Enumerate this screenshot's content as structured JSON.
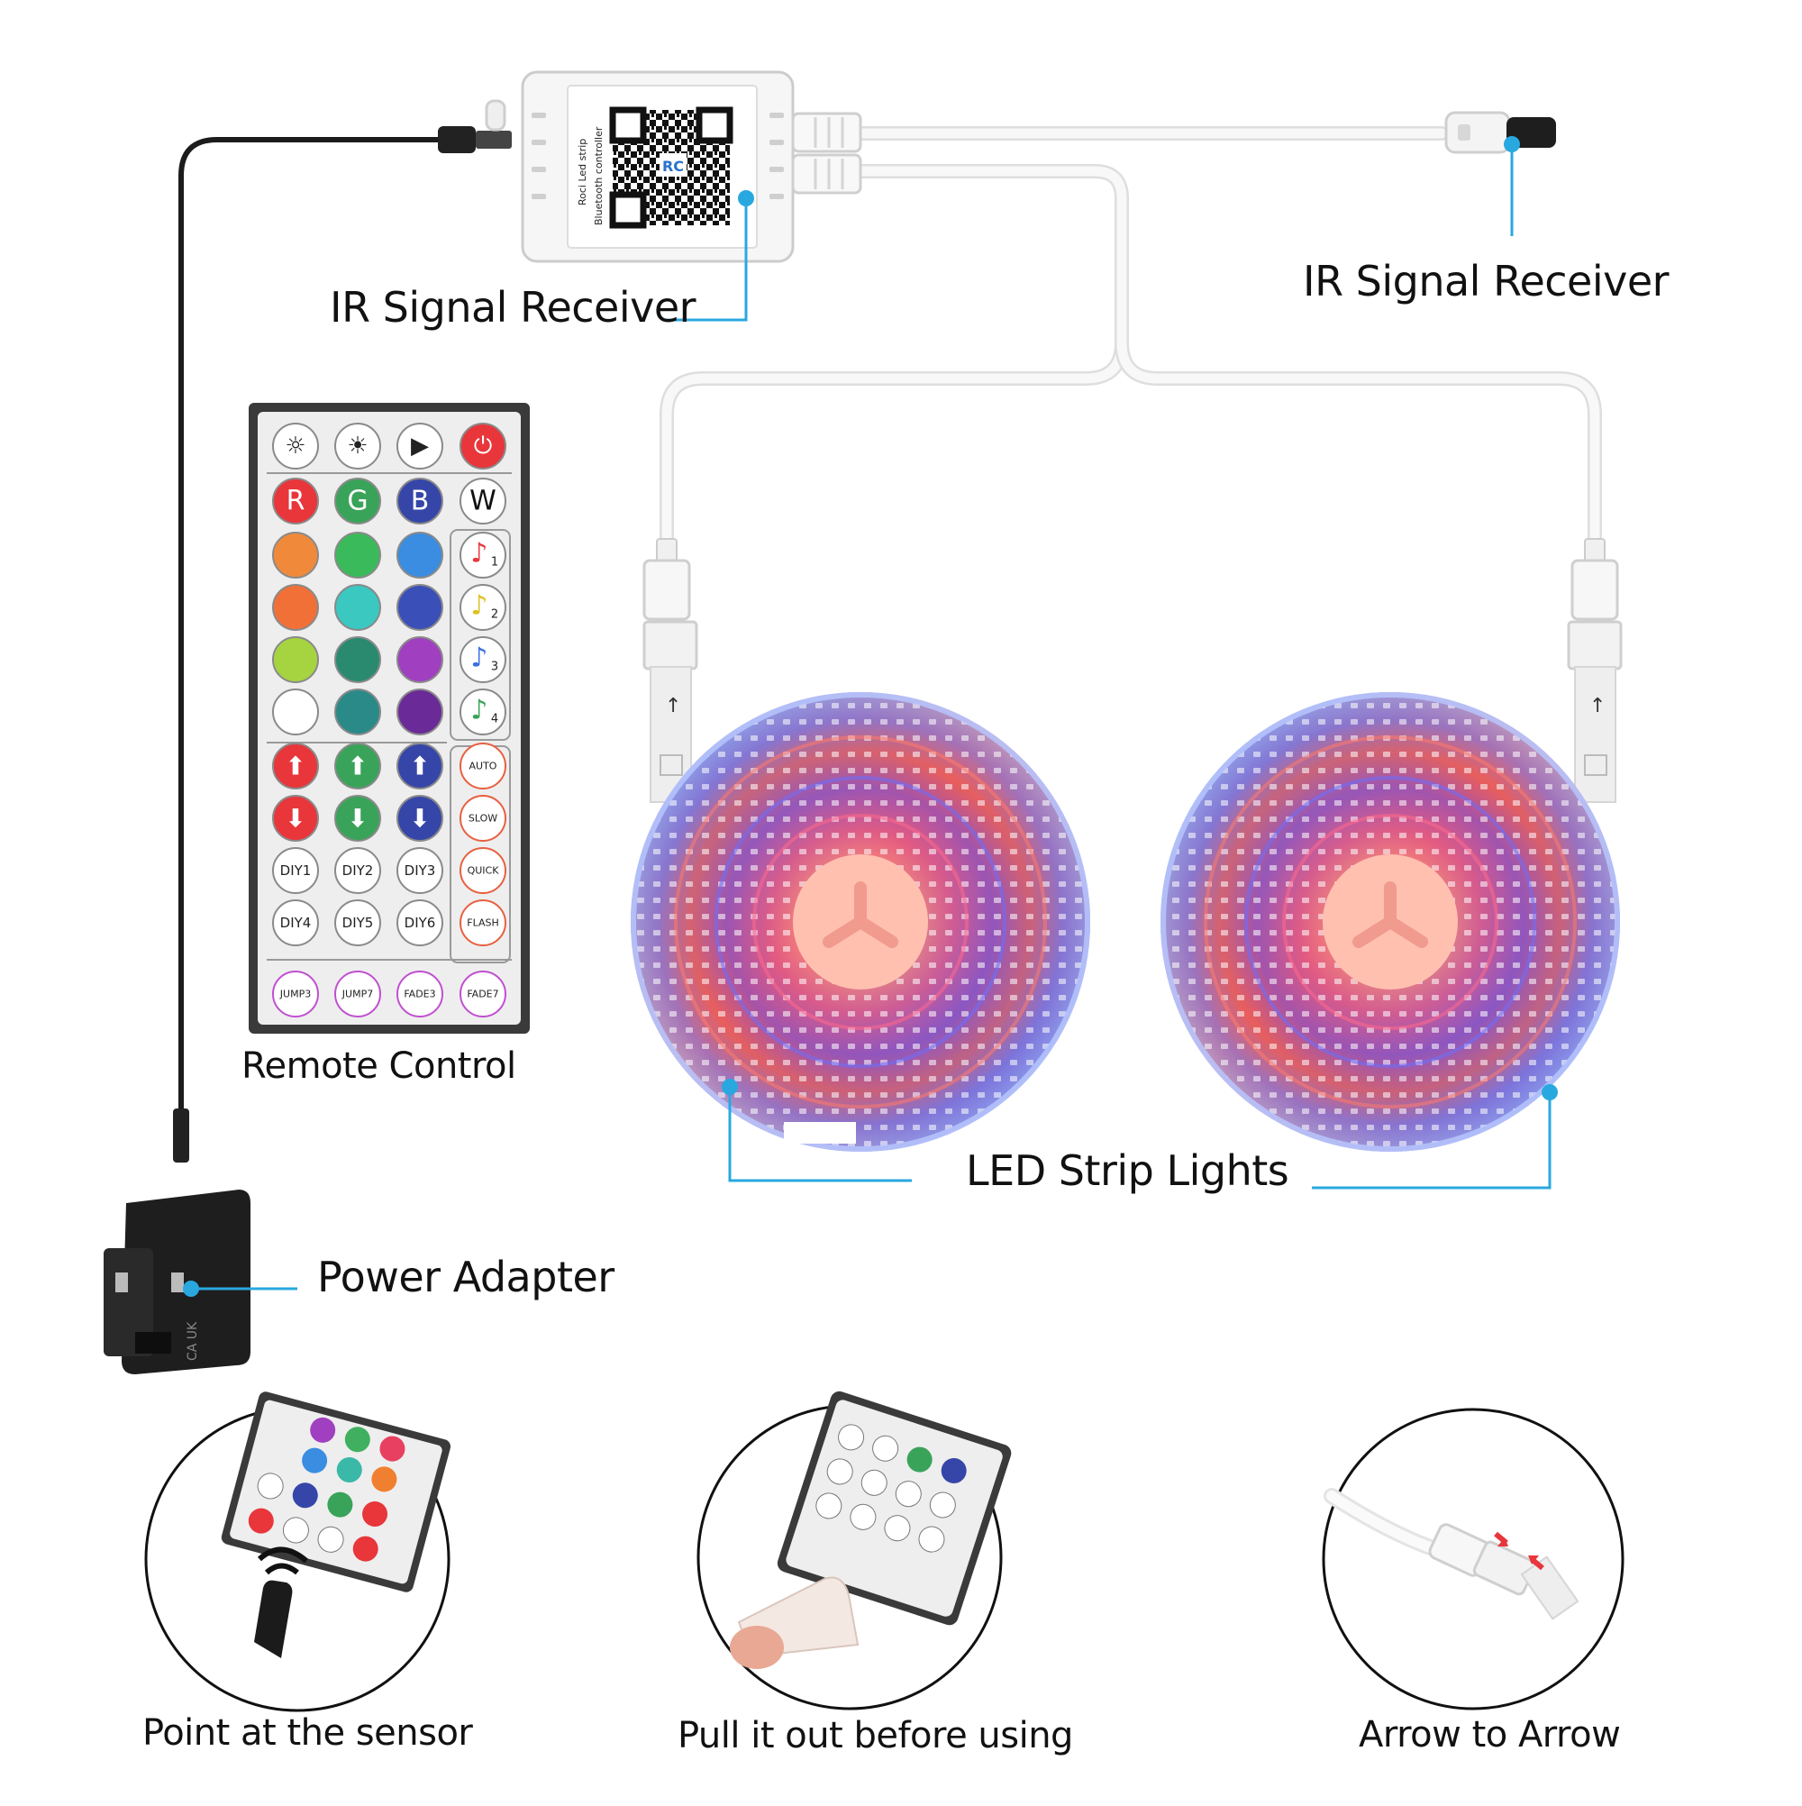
{
  "labels": {
    "receiver_left": "IR Signal Receiver",
    "receiver_right": "IR Signal Receiver",
    "remote": "Remote Control",
    "led_strips": "LED Strip Lights",
    "adapter": "Power Adapter",
    "step1": "Point at the sensor",
    "step2": "Pull it out before using",
    "step3": "Arrow to Arrow"
  },
  "controller": {
    "line1": "Roci Led strip",
    "line2": "Bluetooth controller",
    "badge": "RC"
  },
  "remote": {
    "top_row": [
      "brightness-down-icon",
      "brightness-up-icon",
      "play-icon",
      "power-icon"
    ],
    "rgbw": [
      "R",
      "G",
      "B",
      "W"
    ],
    "music": [
      "1",
      "2",
      "3",
      "4"
    ],
    "modes": [
      "AUTO",
      "SLOW",
      "QUICK",
      "FLASH"
    ],
    "diy": [
      "DIY1",
      "DIY2",
      "DIY3",
      "DIY4",
      "DIY5",
      "DIY6"
    ],
    "bottom": [
      "JUMP3",
      "JUMP7",
      "FADE3",
      "FADE7"
    ]
  },
  "adapter": {
    "mark": "CA UK"
  },
  "colors": {
    "accent": "#29a8e0",
    "cable": "#1c1c1c",
    "white_cable": "#f4f4f4",
    "r": "#e8363b",
    "g": "#3aa35a",
    "b": "#3646a8"
  }
}
